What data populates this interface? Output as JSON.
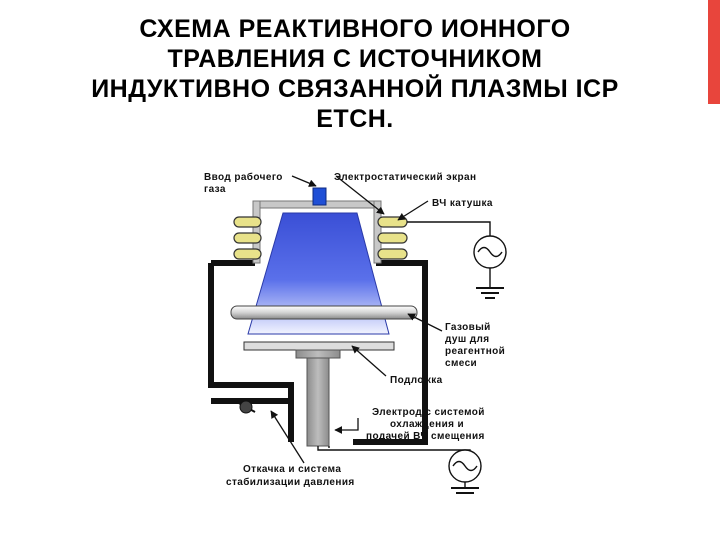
{
  "title": {
    "lines": [
      "СХЕМА РЕАКТИВНОГО ИОННОГО",
      "ТРАВЛЕНИЯ С ИСТОЧНИКОМ",
      "ИНДУКТИВНО СВЯЗАННОЙ ПЛАЗМЫ ICP",
      "ETCH."
    ]
  },
  "diagram": {
    "labels": {
      "gas_inlet": [
        "Ввод рабочего",
        "газа"
      ],
      "shield": "Электростатический экран",
      "coil": "ВЧ катушка",
      "shower": [
        "Газовый",
        "душ для",
        "реагентной",
        "смеси"
      ],
      "substrate": "Подложка",
      "electrode": [
        "Электрод с системой",
        "охлаждения и",
        "подачей ВЧ смещения"
      ],
      "pump": [
        "Откачка и система",
        "стабилизации давления"
      ]
    }
  },
  "colors": {
    "accent": "#e8453c",
    "plasma_top": "#3a4fd6",
    "plasma_bottom": "#f2f4ff",
    "coil": "#e8e28a",
    "shield": "#c8c8c8",
    "electrode": "#a8a8a8",
    "gas_valve": "#1f4fd6"
  }
}
